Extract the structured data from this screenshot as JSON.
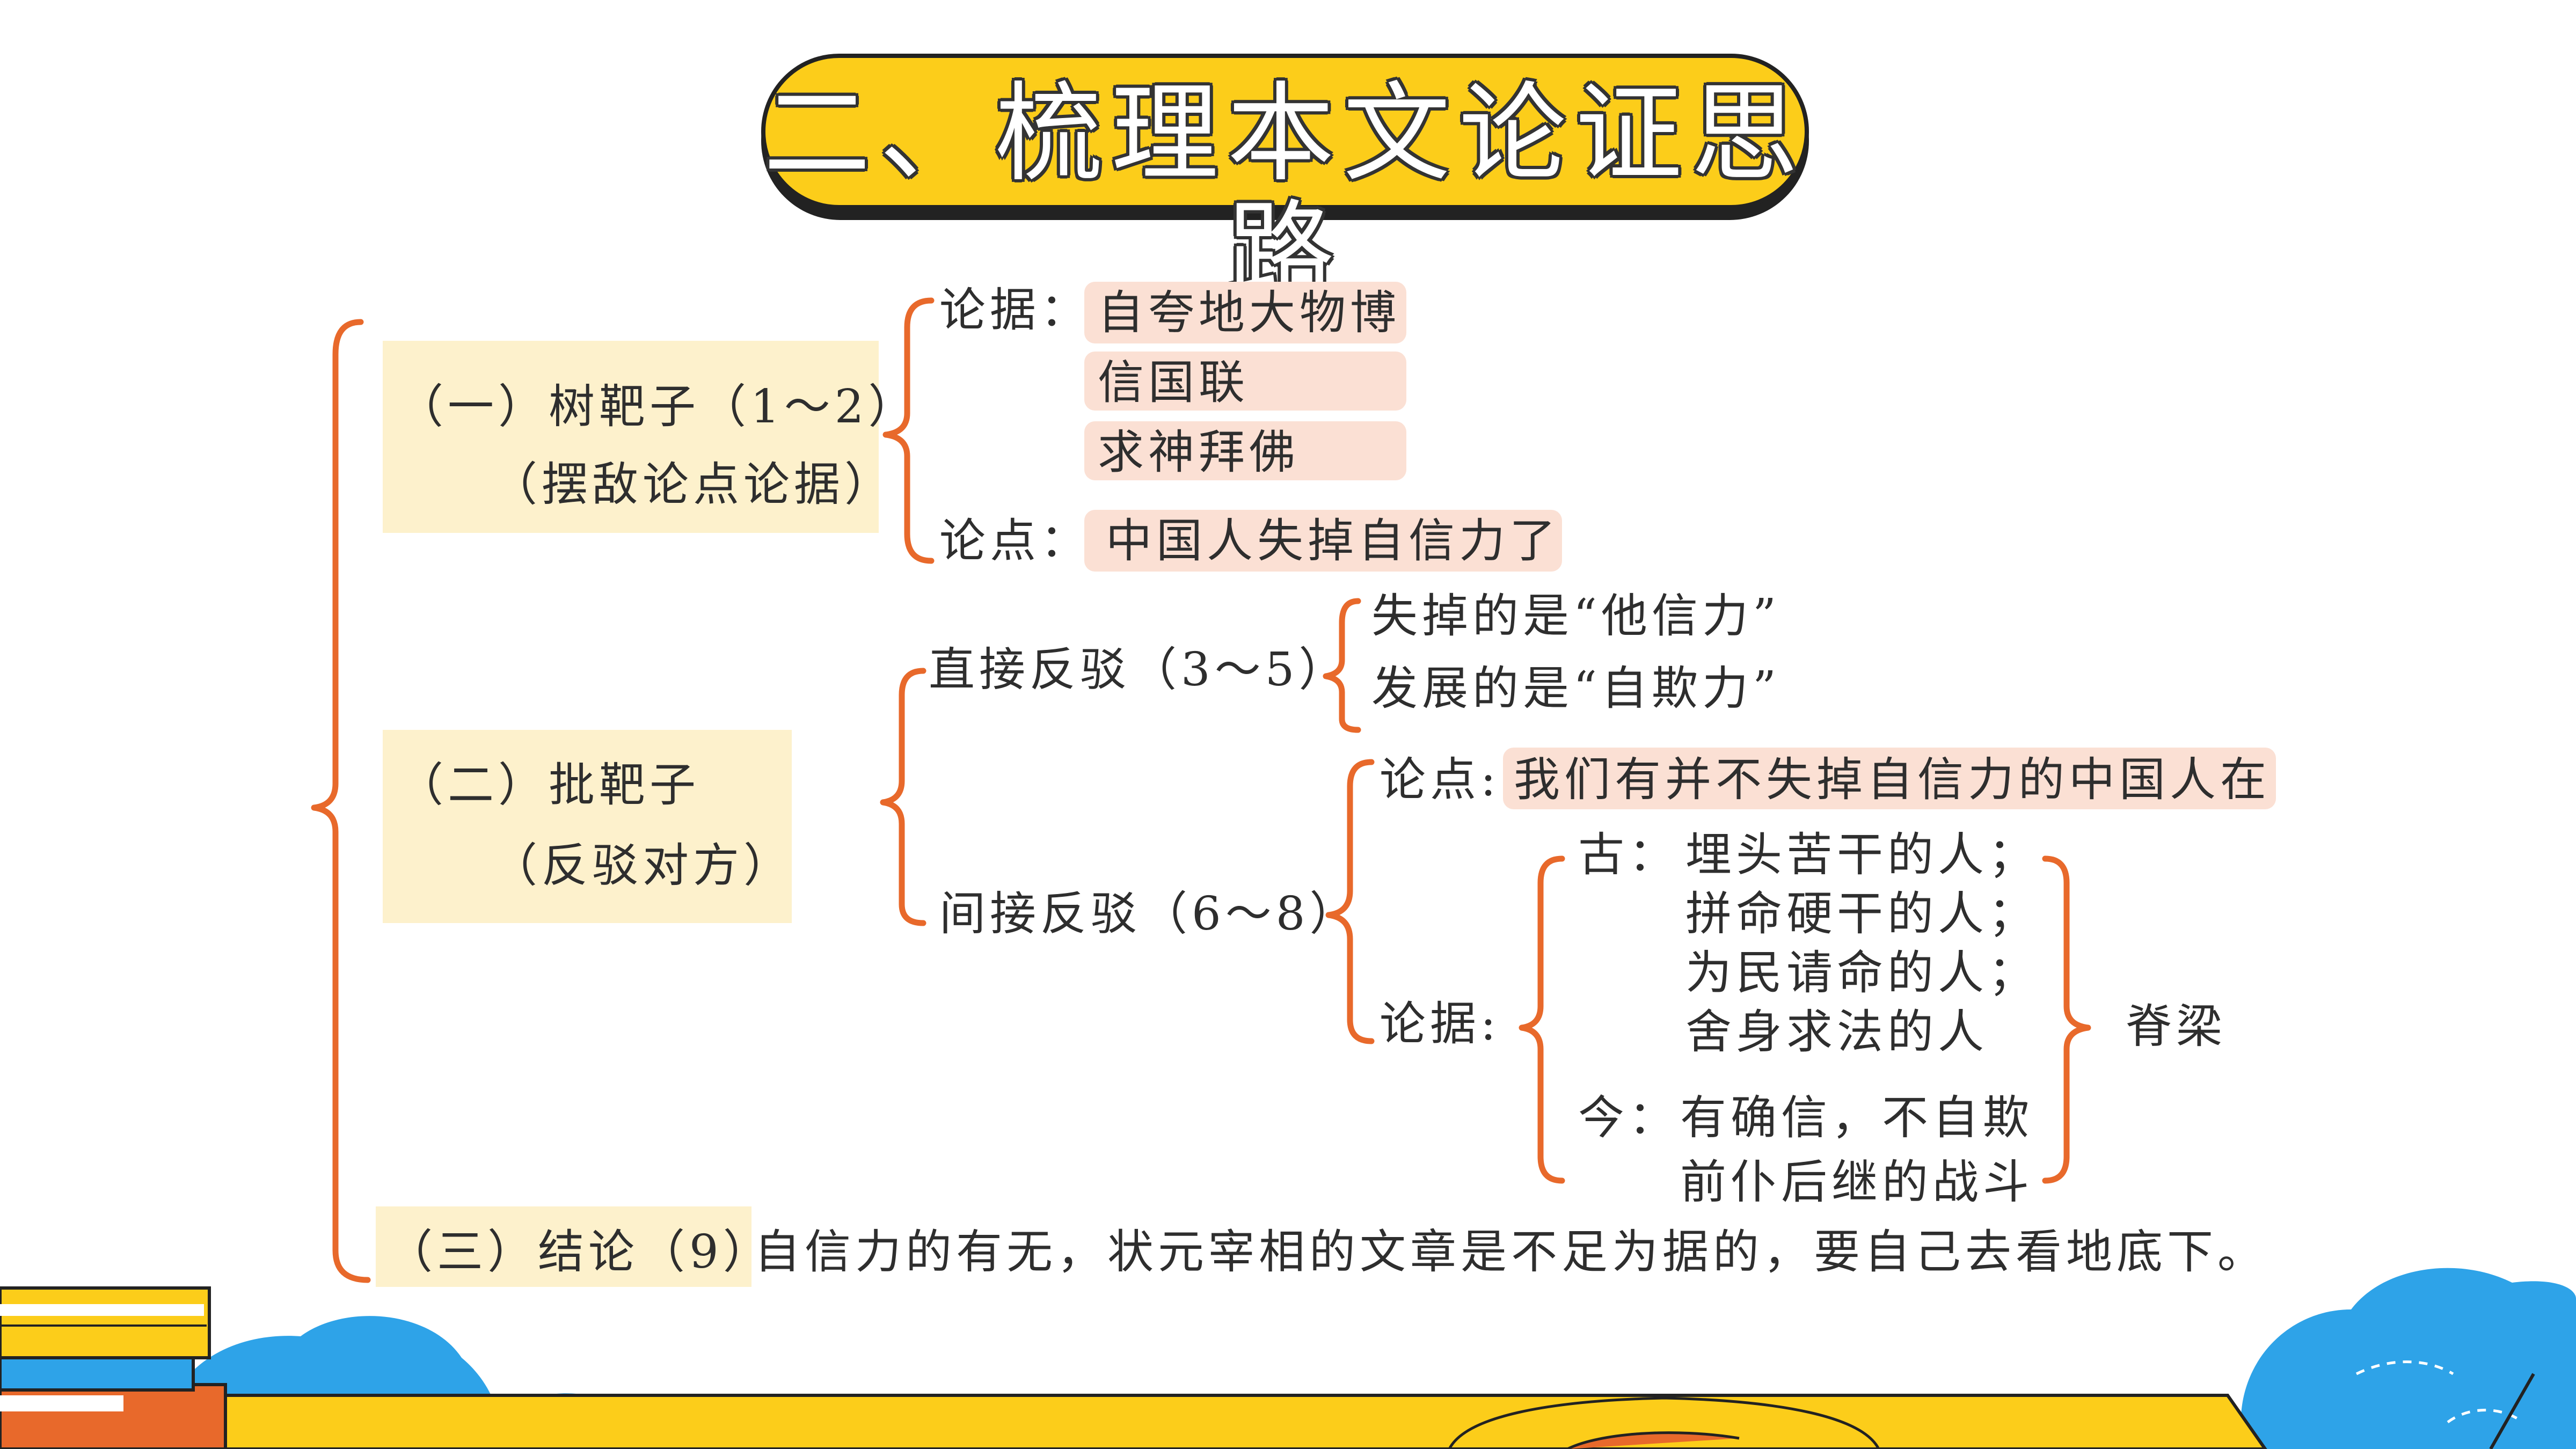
{
  "slide": {
    "title": "二、梳理本文论证思路"
  },
  "colors": {
    "accent": "#fccd1a",
    "bracket": "#e8692b",
    "highlight": "#fbe0d4",
    "box": "#fdf1cc",
    "cloud": "#2ea3e8"
  },
  "part1": {
    "label": "（一）树靶子（1～2）",
    "sublabel": "（摆敌论点论据）",
    "evidence_label": "论据：",
    "evidence": [
      "自夸地大物博",
      "信国联",
      "求神拜佛"
    ],
    "thesis_label": "论点：",
    "thesis": "中国人失掉自信力了"
  },
  "part2": {
    "label": "（二）批靶子",
    "sublabel": "（反驳对方）",
    "direct": {
      "label": "直接反驳（3～5）",
      "items": [
        "失掉的是“他信力”",
        "发展的是“自欺力”"
      ]
    },
    "indirect": {
      "label": "间接反驳（6～8）",
      "thesis_label": "论点:",
      "thesis": "我们有并不失掉自信力的中国人在",
      "evidence_label": "论据:",
      "ancient_label": "古：",
      "ancient": [
        "埋头苦干的人；",
        "拼命硬干的人；",
        "为民请命的人；",
        "舍身求法的人"
      ],
      "modern_label": "今：",
      "modern": [
        "有确信，不自欺",
        "前仆后继的战斗"
      ],
      "result": "脊梁"
    }
  },
  "part3": {
    "label": "（三）结论（9）",
    "text": "自信力的有无，状元宰相的文章是不足为据的，要自己去看地底下。"
  }
}
